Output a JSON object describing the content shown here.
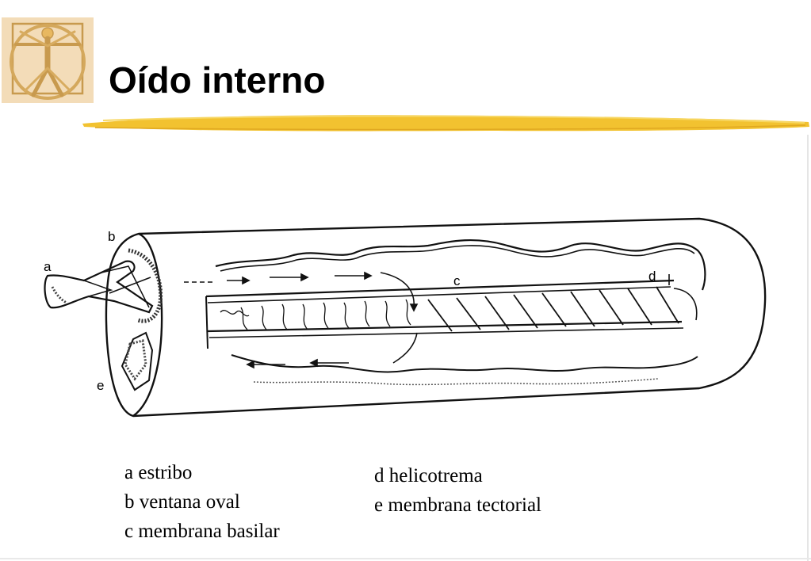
{
  "slide": {
    "title": "Oído interno"
  },
  "diagram": {
    "labels": {
      "a": "a",
      "b": "b",
      "c": "c",
      "d": "d",
      "e": "e"
    }
  },
  "legend": {
    "left": [
      "a estribo",
      "b ventana oval",
      "c membrana basilar"
    ],
    "right": [
      "d helicotrema",
      "e membrana tectorial"
    ]
  },
  "colors": {
    "accent_yellow": "#f2c230",
    "logo_bg": "#f3dcb8",
    "logo_line": "#c89a4e"
  }
}
